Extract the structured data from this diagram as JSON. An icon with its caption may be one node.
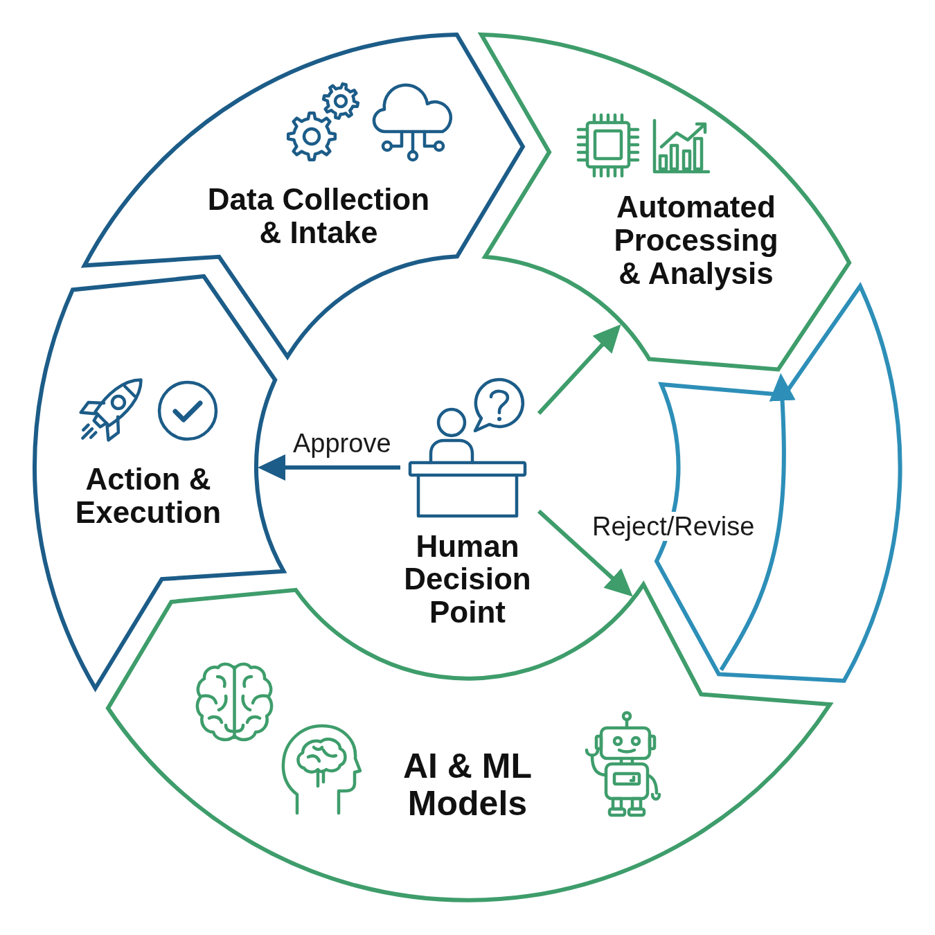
{
  "diagram": {
    "nodes": [
      {
        "text": [
          "Data Collection & Intake"
        ]
      },
      {
        "text": [
          "Automated Processing & Analysis"
        ]
      },
      {
        "text": [],
        "shape": "chevron"
      },
      {
        "text": [
          "AI & ML Models"
        ]
      },
      {
        "text": [
          "Action & Execution"
        ]
      },
      {
        "text": [
          "Human Decision Point"
        ]
      }
    ],
    "edges": [
      {
        "from": 5,
        "to": 4,
        "arrow": "to",
        "label": "Approve",
        "color": "#1c5c88"
      },
      {
        "from": 5,
        "to": 1,
        "arrow": "to"
      },
      {
        "from": 5,
        "to": 3,
        "arrow": "to",
        "label": "Reject/Revise"
      },
      {
        "from": 2,
        "to": 1,
        "arrow": "to",
        "color": "#2d8fb8"
      }
    ]
  }
}
